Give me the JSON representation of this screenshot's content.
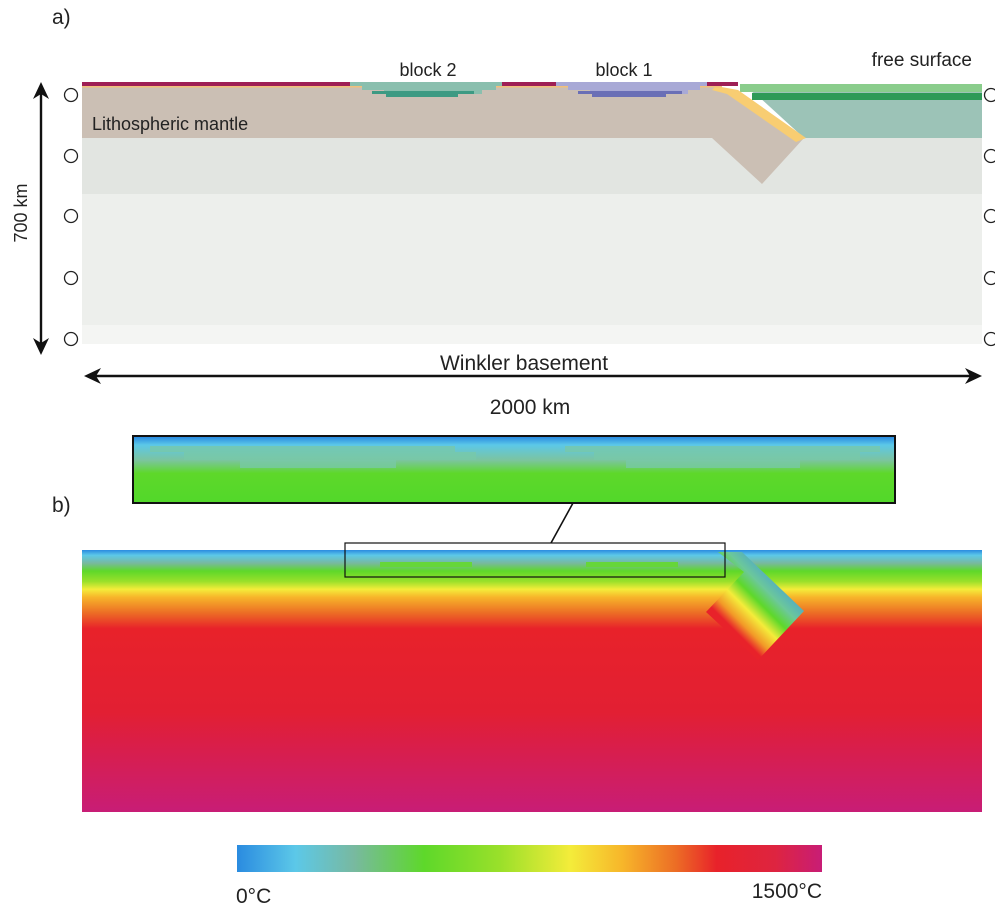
{
  "panel_a": {
    "label": "a)",
    "free_surface": "free surface",
    "block2": "block 2",
    "block1": "block 1",
    "mantle_label": "Lithospheric mantle",
    "depth_label": "700 km",
    "basement_label": "Winkler basement",
    "width_label": "2000 km"
  },
  "panel_b": {
    "label": "b)"
  },
  "colorbar": {
    "min_label": "0°C",
    "max_label": "1500°C",
    "colors": [
      "#2a8be0",
      "#5cc8e8",
      "#78b9a0",
      "#5ed82a",
      "#9ae02a",
      "#f4ec3a",
      "#f7b52a",
      "#ec6d25",
      "#e8222a",
      "#de2440",
      "#c81d76"
    ]
  },
  "colors": {
    "mantle": "#cbbfb4",
    "asthenosphere_upper": "#e2e5e1",
    "asthenosphere_lower": "#edefec",
    "oceanic_plate": "#9cc3b7",
    "oceanic_crust": "#2e9a57",
    "oceanic_top": "#8acd8c",
    "crust_top": "#9e1f55",
    "sediment": "#f8cd72",
    "block1_top": "#a8a9d6",
    "block1_lower": "#6a6fb6",
    "block2_top": "#8abfae",
    "block2_lower": "#3d9a83"
  }
}
